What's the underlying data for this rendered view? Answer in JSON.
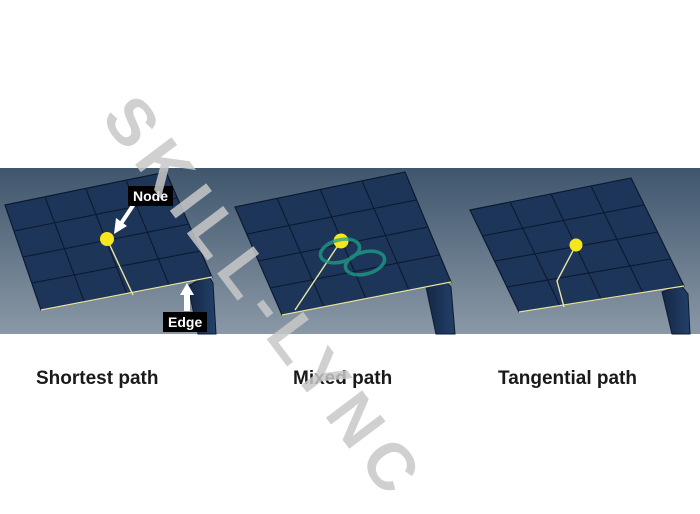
{
  "captions": [
    "Shortest path",
    "Mixed path",
    "Tangential path"
  ],
  "callouts": {
    "node": "Node",
    "edge": "Edge"
  },
  "watermark": "SKILL-LYNC",
  "colors": {
    "band_top": "#3f566d",
    "band_bottom": "#8494a3",
    "panel": "#1d3559",
    "mesh_line": "#0c1a30",
    "node": "#f4e81c",
    "path": "#e8e6a0",
    "watermark": "#c8c8c8",
    "logo": "#1fa08a"
  },
  "icons": [
    "arrow-up-icon",
    "arrow-down-left-icon",
    "skill-lync-logo"
  ]
}
